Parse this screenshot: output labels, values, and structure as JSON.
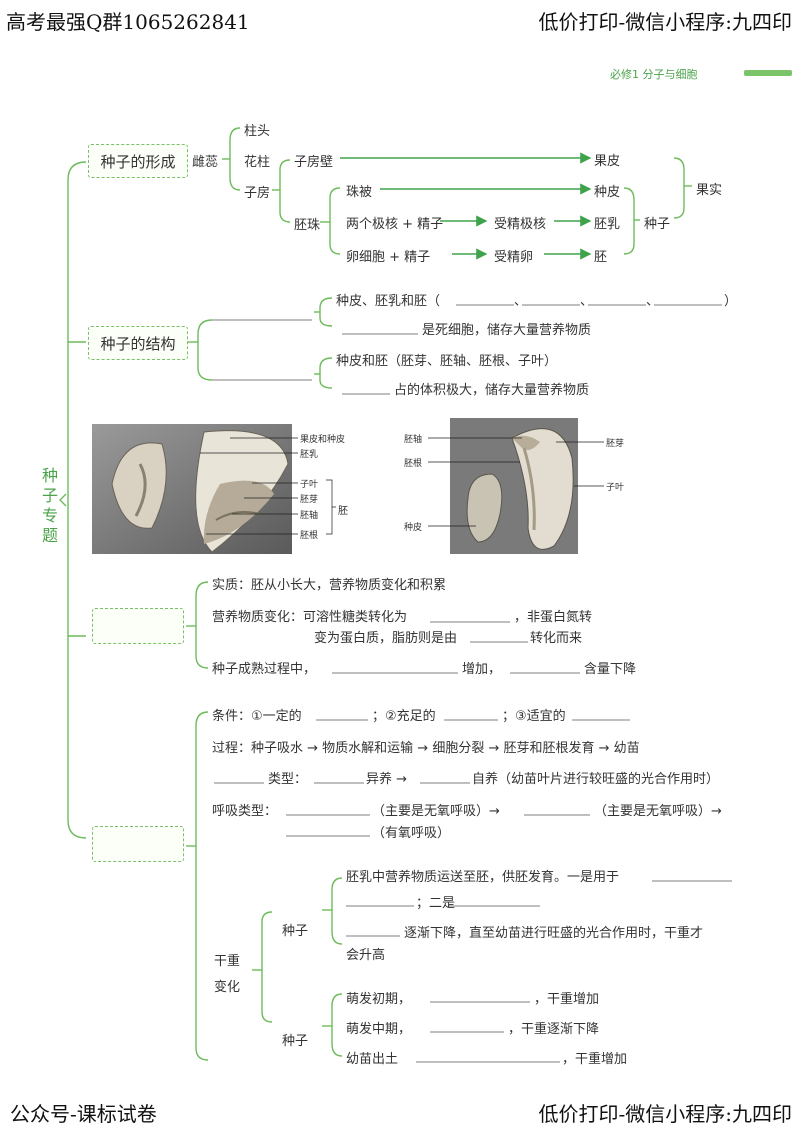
{
  "watermarks": {
    "top_left": "高考最强Q群1065262841",
    "top_right": "低价打印-微信小程序:九四印",
    "bottom_left": "公众号-课标试卷",
    "bottom_right": "低价打印-微信小程序:九四印"
  },
  "header": {
    "breadcrumb": "必修1  分子与细胞"
  },
  "topic": "种子专题",
  "formation": {
    "title": "种子的形成",
    "pistil": "雌蕊",
    "stigma": "柱头",
    "style": "花柱",
    "ovary": "子房",
    "ovary_wall": "子房壁",
    "pericarp": "果皮",
    "fruit": "果实",
    "ovule": "胚珠",
    "integument": "珠被",
    "seed_coat": "种皮",
    "polar_nuclei": "两个极核 + 精子",
    "fert_polar": "受精极核",
    "endosperm": "胚乳",
    "egg": "卵细胞   + 精子",
    "zygote": "受精卵",
    "embryo": "胚",
    "seed": "种子"
  },
  "structure": {
    "title": "种子的结构",
    "line1": "种皮、胚乳和胚（",
    "line1_sep": "、",
    "line1_end": "）",
    "line2": "是死细胞，储存大量营养物质",
    "line3": "种皮和胚（胚芽、胚轴、胚根、子叶）",
    "line4": "占的体积极大，储存大量营养物质"
  },
  "figure_left": {
    "labels": [
      "果皮和种皮",
      "胚乳",
      "子叶",
      "胚芽",
      "胚轴",
      "胚根"
    ],
    "bracket": "胚"
  },
  "figure_right": {
    "labels": [
      "胚轴",
      "胚根",
      "种皮",
      "胚芽",
      "子叶"
    ]
  },
  "development": {
    "l1": "实质：胚从小长大，营养物质变化和积累",
    "l2a": "营养物质变化：可溶性糖类转化为",
    "l2b": "，非蛋白氮转",
    "l3a": "变为蛋白质，脂肪则是由",
    "l3b": "转化而来",
    "l4a": "种子成熟过程中，",
    "l4b": "增加，",
    "l4c": "含量下降"
  },
  "germination": {
    "cond_a": "条件：①一定的",
    "cond_b": "；②充足的",
    "cond_c": "；③适宜的",
    "process": "过程：种子吸水 → 物质水解和运输 → 细胞分裂 → 胚芽和胚根发育 → 幼苗",
    "type_a": "类型：",
    "type_b": "异养 →",
    "type_c": "自养（幼苗叶片进行较旺盛的光合作用时）",
    "resp_a": "呼吸类型：",
    "resp_b": "（主要是无氧呼吸）→",
    "resp_c": "（主要是无氧呼吸）→",
    "resp_d": "（有氧呼吸）",
    "dry_weight": "干重",
    "change": "变化",
    "seed_a": "种子",
    "seed_b": "种子",
    "e1": "胚乳中营养物质运送至胚，供胚发育。一是用于",
    "e2": "；二是",
    "e3": "逐渐下降，直至幼苗进行旺盛的光合作用时，干重才",
    "e4": "会升高",
    "n1a": "萌发初期，",
    "n1b": "，干重增加",
    "n2a": "萌发中期，",
    "n2b": "，干重逐渐下降",
    "n3a": "幼苗出土",
    "n3b": "，干重增加"
  },
  "colors": {
    "accent": "#6dbb5a",
    "arrow": "#3fa34d",
    "title_green": "#4aa24a"
  }
}
